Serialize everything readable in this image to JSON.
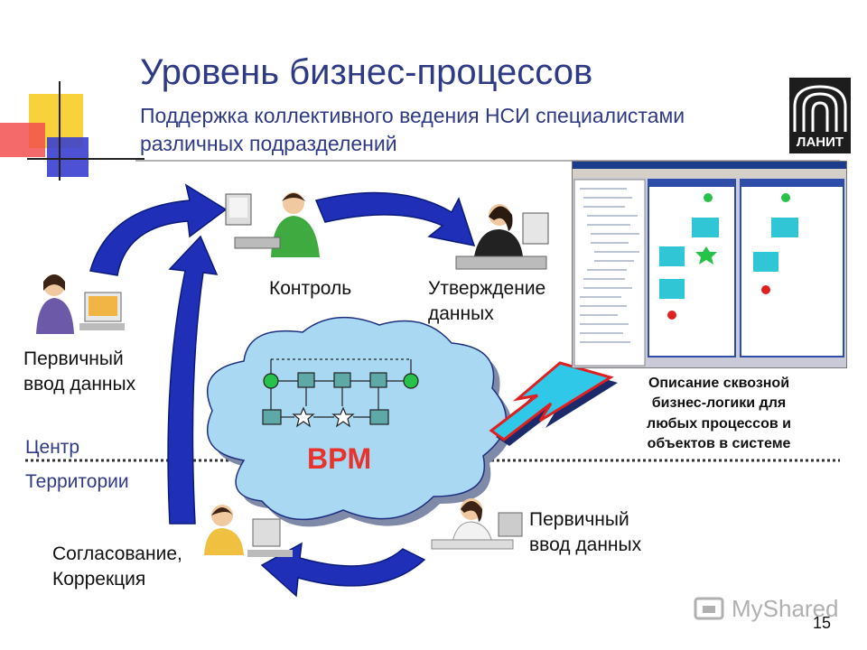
{
  "slide": {
    "title": "Уровень бизнес-процессов",
    "subtitle_line1": "Поддержка коллективного ведения НСИ специалистами",
    "subtitle_line2": "различных подразделений",
    "page_number": "15",
    "watermark": "MyShared",
    "logo_text": "ЛАНИТ"
  },
  "diagram": {
    "center_label": "BPM",
    "roles": {
      "control": "Контроль",
      "approval_line1": "Утверждение",
      "approval_line2": "данных",
      "primary_left_line1": "Первичный",
      "primary_left_line2": "ввод данных",
      "primary_right_line1": "Первичный",
      "primary_right_line2": "ввод данных",
      "agreement_line1": "Согласование,",
      "agreement_line2": "Коррекция"
    },
    "zones": {
      "top": "Центр",
      "bottom": "Территории"
    },
    "caption": [
      "Описание сквозной",
      "бизнес-логики для",
      "любых процессов и",
      "объектов в системе"
    ]
  },
  "colors": {
    "title": "#2e3a86",
    "arrow": "#1f2fb8",
    "cloud": "#a9d8f2",
    "bpm": "#e8322b",
    "callout_arrow": "#2fc8e8"
  }
}
